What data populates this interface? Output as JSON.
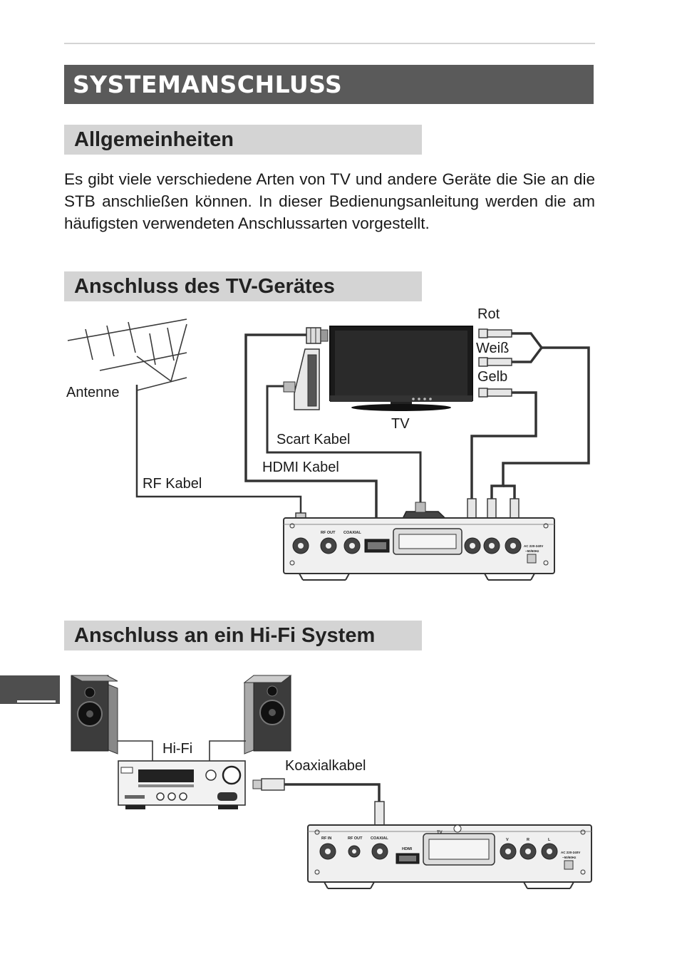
{
  "page": {
    "title": "SYSTEMANSCHLUSS"
  },
  "sections": {
    "general": {
      "heading": "Allgemeinheiten",
      "body": "Es gibt viele verschiedene Arten von TV und andere Geräte die Sie an die STB anschließen können. In dieser Bedienungsanleitung werden die am häufigsten verwendeten Anschlussarten vorgestellt."
    },
    "tv": {
      "heading": "Anschluss des TV-Gerätes",
      "labels": {
        "antenna": "Antenne",
        "rf_cable": "RF Kabel",
        "hdmi_cable": "HDMI Kabel",
        "scart_cable": "Scart Kabel",
        "tv": "TV",
        "red": "Rot",
        "white": "Weiß",
        "yellow": "Gelb"
      },
      "stb_labels": {
        "rf_out": "RF OUT",
        "coaxial": "COAXIAL",
        "power": "AC 220-240V",
        "freq": "~50/60Hz"
      }
    },
    "hifi": {
      "heading": "Anschluss an ein Hi-Fi System",
      "labels": {
        "hifi": "Hi-Fi",
        "coax_cable": "Koaxialkabel"
      },
      "stb_labels": {
        "rf_in": "RF IN",
        "rf_out": "RF OUT",
        "coaxial": "COAXIAL",
        "hdmi": "HDMI",
        "tv": "TV",
        "v": "V",
        "r": "R",
        "l": "L",
        "power": "AC 220-240V",
        "freq": "~50/60Hz"
      }
    }
  }
}
